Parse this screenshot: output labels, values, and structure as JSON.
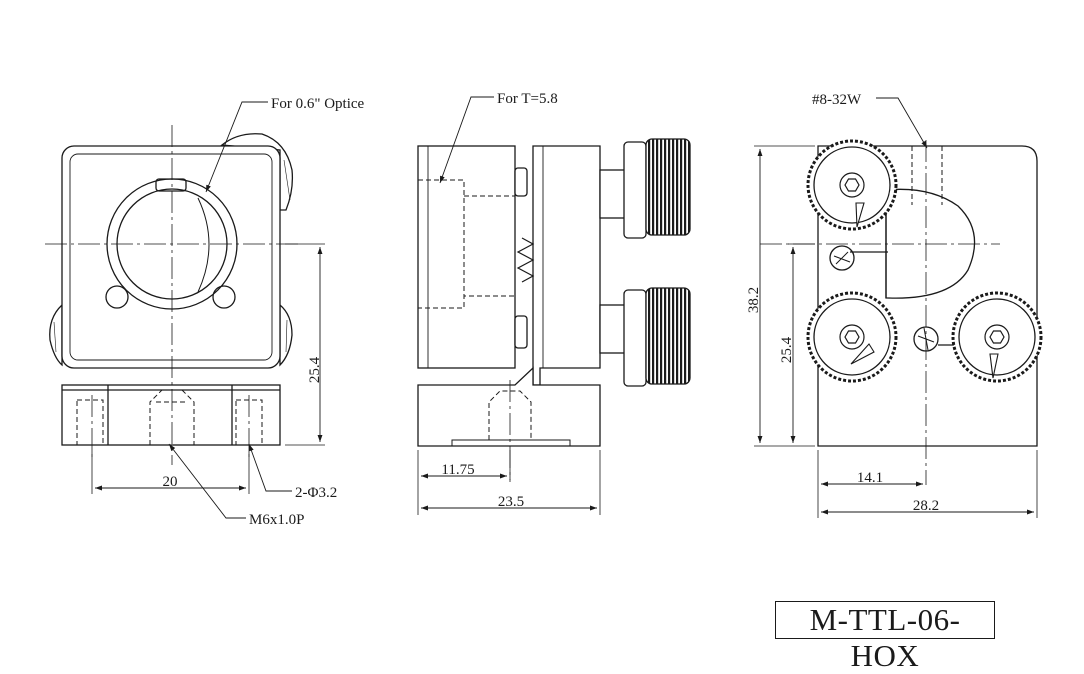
{
  "part_number": "M-TTL-06-HOX",
  "front_view": {
    "callout_optic": "For 0.6\" Optice",
    "dim_height": "25.4",
    "dim_width": "20",
    "callout_holes": "2-Φ3.2",
    "callout_thread": "M6x1.0P"
  },
  "side_view": {
    "callout_thickness": "For T=5.8",
    "dim_inner": "11.75",
    "dim_total": "23.5"
  },
  "back_view": {
    "callout_screw": "#8-32W",
    "dim_total_height": "38.2",
    "dim_center_height": "25.4",
    "dim_center_width": "14.1",
    "dim_total_width": "28.2"
  }
}
